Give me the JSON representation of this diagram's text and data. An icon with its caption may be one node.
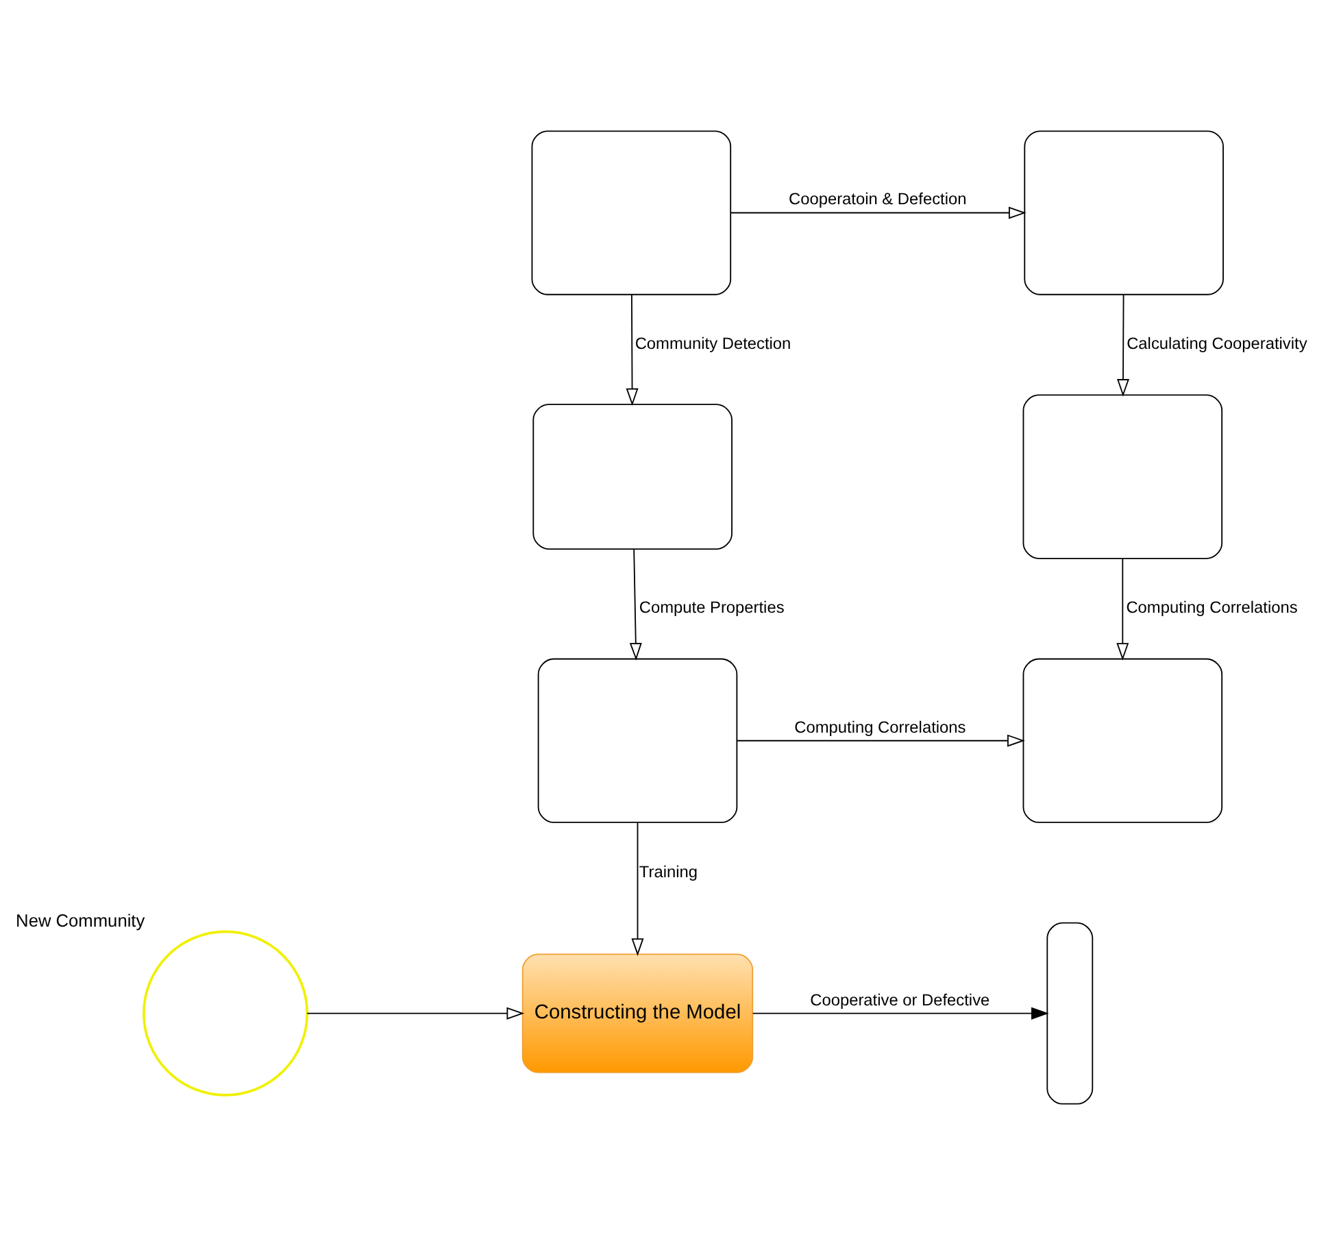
{
  "diagram": {
    "nodes": [
      {
        "text": [],
        "shape": "box"
      },
      {
        "text": [],
        "shape": "box"
      },
      {
        "text": [],
        "shape": "box"
      },
      {
        "text": [],
        "shape": "box"
      },
      {
        "text": [],
        "shape": "box"
      },
      {
        "text": [],
        "shape": "box"
      },
      {
        "text": [
          "Constructing the Model"
        ]
      },
      {
        "text": [],
        "shape": "circle",
        "beside": [
          "New Community"
        ]
      },
      {
        "text": [],
        "shape": "box"
      }
    ],
    "edges": [
      {
        "from": 0,
        "to": 1,
        "arrow": "to",
        "label": "Cooperatoin & Defection"
      },
      {
        "from": 0,
        "to": 2,
        "arrow": "to",
        "label": "Community Detection"
      },
      {
        "from": 1,
        "to": 3,
        "arrow": "to",
        "label": "Calculating Cooperativity"
      },
      {
        "from": 2,
        "to": 4,
        "arrow": "to",
        "label": "Compute Properties"
      },
      {
        "from": 3,
        "to": 5,
        "arrow": "to",
        "label": "Computing Correlations"
      },
      {
        "from": 4,
        "to": 5,
        "arrow": "to",
        "label": "Computing Correlations"
      },
      {
        "from": 4,
        "to": 6,
        "arrow": "to",
        "label": "Training"
      },
      {
        "from": 7,
        "to": 6,
        "arrow": "to"
      },
      {
        "from": 6,
        "to": 8,
        "arrow": "to",
        "label": "Cooperative or Defective"
      }
    ]
  }
}
